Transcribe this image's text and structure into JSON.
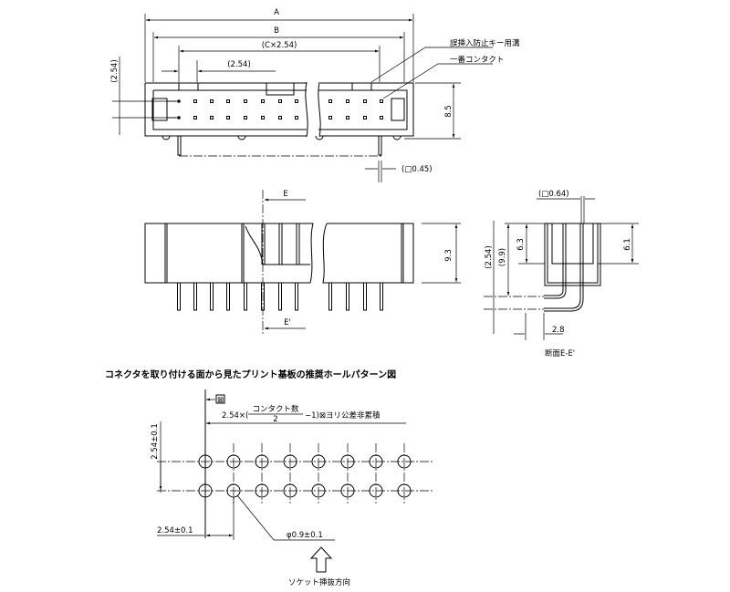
{
  "top_view": {
    "dim_a": "A",
    "dim_b": "B",
    "dim_c": "(C×2.54)",
    "dim_pitch": "(2.54)",
    "dim_row_pitch": "(2.54)",
    "dim_height": "8.5",
    "dim_pin": "(□0.45)",
    "callout_key_slot": "誤挿入防止キー用溝",
    "callout_first_contact": "一番コンタクト"
  },
  "front_view": {
    "section_mark_top": "E",
    "section_mark_bottom": "E'",
    "dim_height": "9.3"
  },
  "section_view": {
    "dim_pin": "(□0.64)",
    "dim_254": "(2.54)",
    "dim_99": "(9.9)",
    "dim_63": "6.3",
    "dim_61": "6.1",
    "dim_28": "2.8",
    "label": "断面E-E'"
  },
  "hole_pattern": {
    "title": "コネクタを取り付ける面から見たプリント基板の推奨ホールパターン図",
    "tolerance_box": "⊠",
    "formula_prefix": "2.54×(",
    "formula_numerator": "コンタクト数",
    "formula_denominator": "2",
    "formula_suffix": "−1)⊠ヨリ公差非累積",
    "dim_row": "2.54±0.1",
    "dim_col": "2.54±0.1",
    "dim_hole": "φ0.9±0.1",
    "arrow_label": "ソケット挿抜方向"
  }
}
